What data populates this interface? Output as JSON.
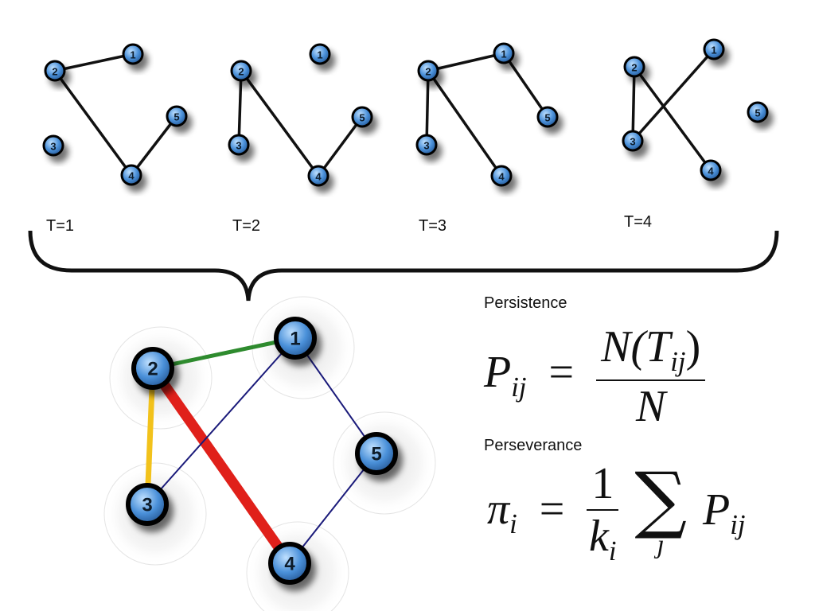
{
  "snapshots": [
    {
      "label": "T=1",
      "edges": [
        [
          2,
          1
        ],
        [
          2,
          4
        ],
        [
          4,
          5
        ]
      ]
    },
    {
      "label": "T=2",
      "edges": [
        [
          2,
          3
        ],
        [
          2,
          4
        ],
        [
          4,
          5
        ]
      ]
    },
    {
      "label": "T=3",
      "edges": [
        [
          2,
          1
        ],
        [
          2,
          3
        ],
        [
          2,
          4
        ],
        [
          1,
          5
        ]
      ]
    },
    {
      "label": "T=4",
      "edges": [
        [
          2,
          3
        ],
        [
          2,
          4
        ],
        [
          3,
          1
        ]
      ]
    }
  ],
  "aggregate": {
    "edges": [
      {
        "from": 2,
        "to": 1,
        "color": "#2e8b2e"
      },
      {
        "from": 2,
        "to": 3,
        "color": "#f2c21b"
      },
      {
        "from": 2,
        "to": 4,
        "color": "#e0201a"
      },
      {
        "from": 1,
        "to": 3,
        "color": "#1a1a7a"
      },
      {
        "from": 1,
        "to": 5,
        "color": "#1a1a7a"
      },
      {
        "from": 5,
        "to": 4,
        "color": "#1a1a7a"
      }
    ]
  },
  "colors": {
    "node_fill": "#4a90d9",
    "node_stroke": "#000000"
  },
  "formulas": {
    "persistence": {
      "title": "Persistence",
      "lhs_symbol": "P",
      "lhs_sub": "ij",
      "equals": "=",
      "numerator_fn": "N(T",
      "numerator_sub": "ij",
      "numerator_close": ")",
      "denominator": "N"
    },
    "perseverance": {
      "title": "Perseverance",
      "lhs_symbol": "π",
      "lhs_sub": "i",
      "equals": "=",
      "numerator": "1",
      "denominator_symbol": "k",
      "denominator_sub": "i",
      "sum_symbol": "∑",
      "sum_index": "j",
      "term_symbol": "P",
      "term_sub": "ij"
    }
  }
}
